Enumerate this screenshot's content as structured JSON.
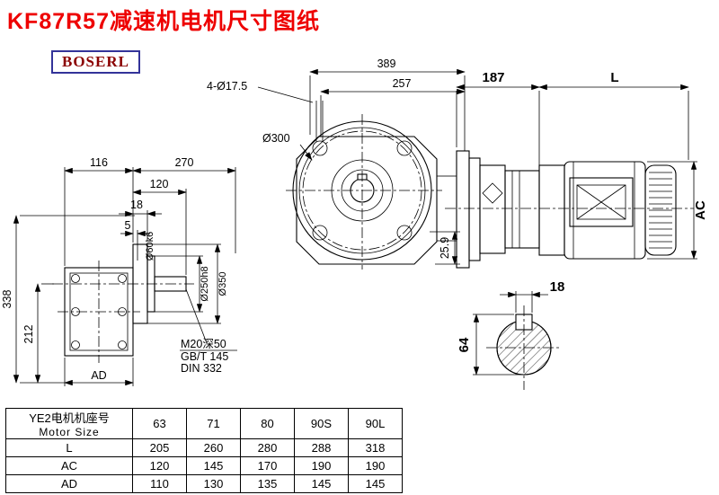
{
  "title": "KF87R57减速机电机尺寸图纸",
  "logo": "BOSERL",
  "colors": {
    "title": "#ee0000",
    "logo_text": "#8b0000",
    "logo_border": "#333399",
    "line": "#000000"
  },
  "dims": {
    "front": {
      "w116": "116",
      "w270": "270",
      "w120": "120",
      "t18": "18",
      "g5": "5",
      "shaft": "Ø60k6",
      "h338": "338",
      "h212": "212",
      "ad": "AD",
      "spigot": "Ø250h8",
      "flange": "Ø350",
      "tap_line1": "M20深50",
      "tap_line2": "GB/T 145",
      "tap_line3": "DIN 332"
    },
    "flange": {
      "len389": "389",
      "len257": "257",
      "holes": "4-Ø17.5",
      "bc": "Ø300",
      "off259": "25.9"
    },
    "motor": {
      "len187": "187",
      "lenL": "L",
      "ac": "AC"
    },
    "shaft_end": {
      "key18": "18",
      "d64": "64"
    }
  },
  "table": {
    "header_cn": "YE2电机机座号",
    "header_en": "Motor Size",
    "sizes": [
      "63",
      "71",
      "80",
      "90S",
      "90L"
    ],
    "rows": [
      {
        "label": "L",
        "values": [
          "205",
          "260",
          "280",
          "288",
          "318"
        ]
      },
      {
        "label": "AC",
        "values": [
          "120",
          "145",
          "170",
          "190",
          "190"
        ]
      },
      {
        "label": "AD",
        "values": [
          "110",
          "130",
          "135",
          "145",
          "145"
        ]
      }
    ]
  }
}
